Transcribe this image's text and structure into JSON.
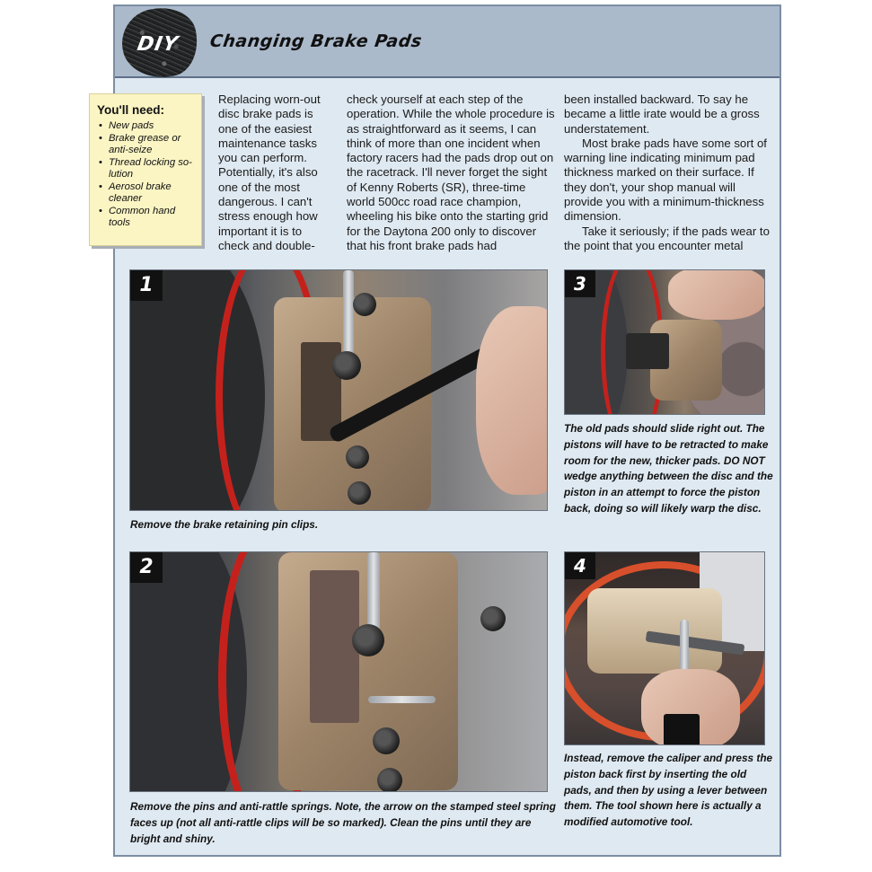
{
  "header": {
    "badge": "DIY",
    "title": "Changing Brake Pads"
  },
  "needs": {
    "title": "You'll need:",
    "items": [
      "New pads",
      "Brake grease or anti-seize",
      "Thread locking so-lution",
      "Aerosol brake cleaner",
      "Common hand tools"
    ]
  },
  "body": {
    "col1": "Replacing worn-out disc brake pads is one of the easiest maintenance tasks you can perform. Potentially, it's also one of the most dangerous. I can't stress enough how important it is to check and double-",
    "col2": "check yourself at each step of the operation. While the whole procedure is as straightforward as it seems, I can think of more than one incident when factory racers had the pads drop out on the racetrack. I'll never forget the sight of Kenny Roberts (SR), three-time world 500cc road race champion, wheeling his bike onto the starting grid for the Daytona 200 only to discover that his front brake pads had",
    "col3_p1": "been installed backward. To say he became a little irate would be a gross understatement.",
    "col3_p2": "Most brake pads have some sort of warning line indicating minimum pad thickness marked on their surface. If they don't, your shop manual will provide you with a minimum-thickness dimension.",
    "col3_p3": "Take it seriously; if the pads wear to the point that you encounter metal"
  },
  "steps": [
    {
      "number": "1",
      "caption": "Remove the brake retaining pin clips."
    },
    {
      "number": "2",
      "caption": "Remove the pins and anti-rattle springs. Note, the arrow on the stamped steel spring faces up (not all anti-rattle clips will be so marked). Clean the pins until they are bright and shiny."
    },
    {
      "number": "3",
      "caption": "The old pads should slide right out. The pistons will have to be retracted to make room for the new, thicker pads. DO NOT wedge anything between the disc and the piston in an attempt to force the piston back, doing so will likely warp the disc."
    },
    {
      "number": "4",
      "caption": "Instead, remove the caliper and press the piston back first by inserting the old pads, and then by using a lever between them. The tool shown here is actually a modified automotive tool."
    }
  ],
  "colors": {
    "page_bg": "#dfe9f1",
    "header_bg": "#abbacb",
    "needs_bg": "#fbf5c4",
    "rim_red": "#c5211c"
  }
}
